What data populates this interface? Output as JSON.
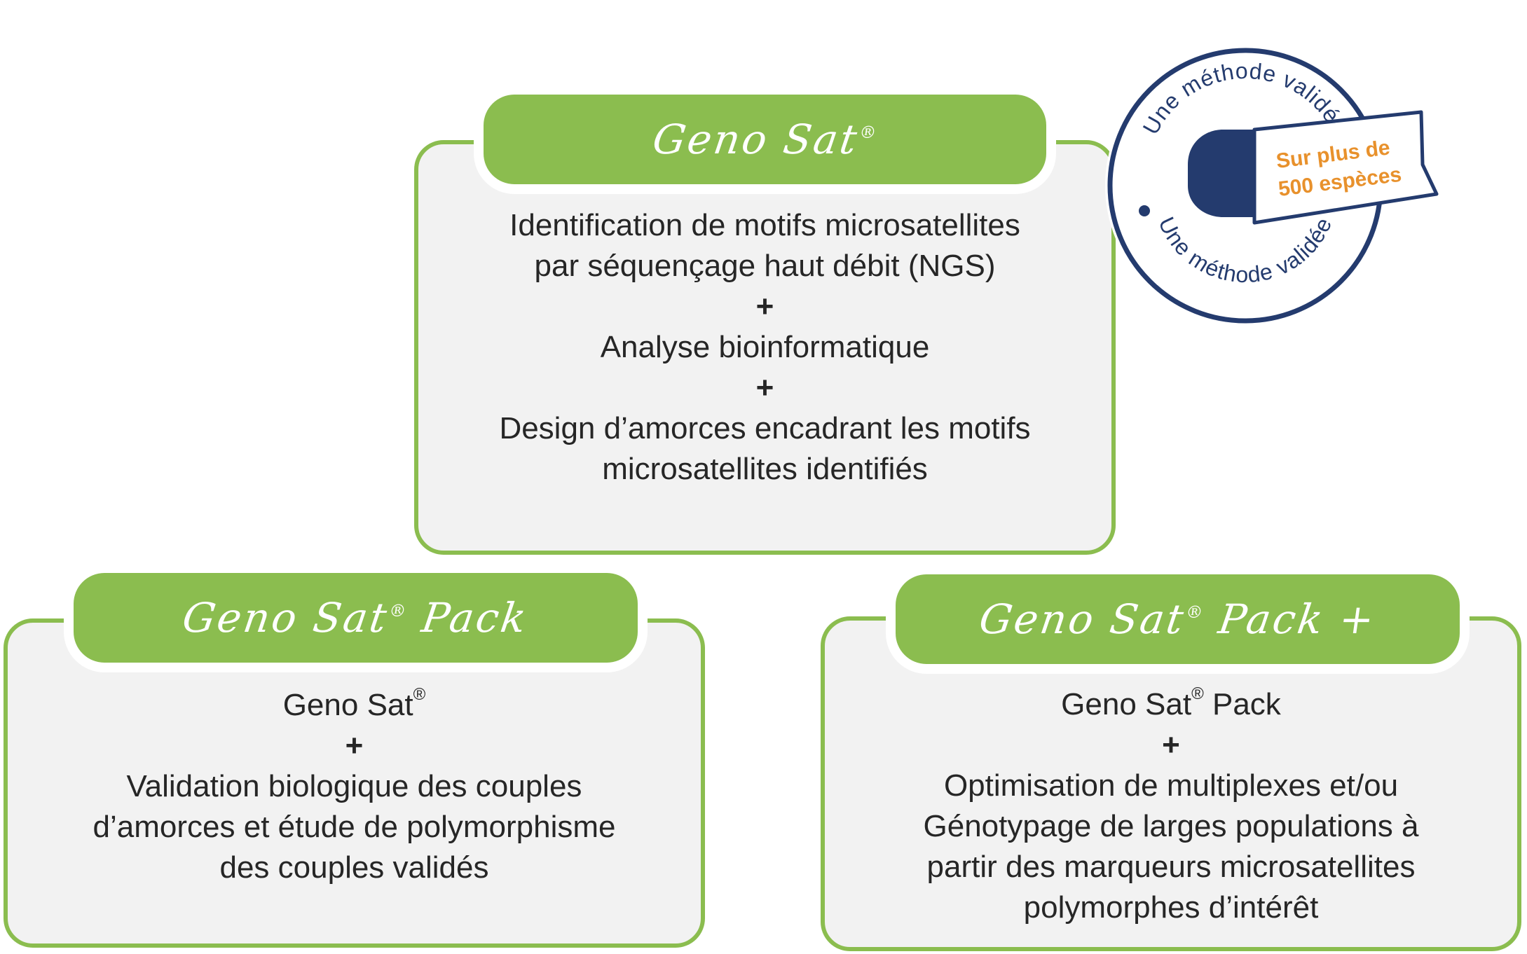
{
  "colors": {
    "green": "#8bbd4f",
    "navy": "#243b6e",
    "orange": "#e8912c"
  },
  "top_card": {
    "tab_title": "Geno Sat",
    "tab_mark": "®",
    "line1": "Identification de motifs microsatellites",
    "line2": "par séquençage haut débit (NGS)",
    "plus1": "+",
    "line3": "Analyse bioinformatique",
    "plus2": "+",
    "line4": "Design d’amorces encadrant les motifs",
    "line5": "microsatellites identifiés"
  },
  "left_card": {
    "tab_title_a": "Geno Sat",
    "tab_mark": "®",
    "tab_title_b": " Pack",
    "line1_a": "Geno Sat",
    "line1_mark": "®",
    "plus": "+",
    "line2": "Validation biologique des couples",
    "line3": "d’amorces et étude de polymorphisme",
    "line4": "des couples validés"
  },
  "right_card": {
    "tab_title_a": "Geno Sat",
    "tab_mark": "®",
    "tab_title_b": " Pack +",
    "line1_a": "Geno Sat",
    "line1_mark": "®",
    "line1_b": " Pack",
    "plus": "+",
    "line2": "Optimisation de multiplexes et/ou",
    "line3": "Génotypage de larges populations à",
    "line4": "partir des marqueurs microsatellites",
    "line5": "polymorphes d’intérêt"
  },
  "stamp": {
    "arc_top": "Une méthode validée",
    "arc_bottom": "Une méthode validée",
    "banner_line1": "Sur plus de",
    "banner_line2": "500 espèces"
  }
}
